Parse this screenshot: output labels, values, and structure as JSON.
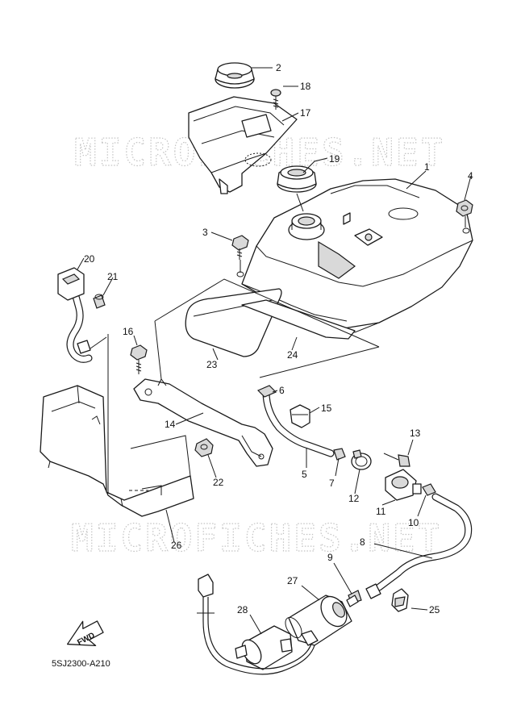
{
  "watermark": "MICROFICHES.NET",
  "reference_code": "5SJ2300-A210",
  "fwd_label": "FWD",
  "callouts": [
    {
      "id": "1",
      "label": "1"
    },
    {
      "id": "2",
      "label": "2"
    },
    {
      "id": "3",
      "label": "3"
    },
    {
      "id": "4",
      "label": "4"
    },
    {
      "id": "5",
      "label": "5"
    },
    {
      "id": "6",
      "label": "6"
    },
    {
      "id": "7",
      "label": "7"
    },
    {
      "id": "8",
      "label": "8"
    },
    {
      "id": "9",
      "label": "9"
    },
    {
      "id": "10",
      "label": "10"
    },
    {
      "id": "11",
      "label": "11"
    },
    {
      "id": "12",
      "label": "12"
    },
    {
      "id": "13",
      "label": "13"
    },
    {
      "id": "14",
      "label": "14"
    },
    {
      "id": "15",
      "label": "15"
    },
    {
      "id": "16",
      "label": "16"
    },
    {
      "id": "17",
      "label": "17"
    },
    {
      "id": "18",
      "label": "18"
    },
    {
      "id": "19",
      "label": "19"
    },
    {
      "id": "20",
      "label": "20"
    },
    {
      "id": "21",
      "label": "21"
    },
    {
      "id": "22",
      "label": "22"
    },
    {
      "id": "23",
      "label": "23"
    },
    {
      "id": "24",
      "label": "24"
    },
    {
      "id": "25",
      "label": "25"
    },
    {
      "id": "26",
      "label": "26"
    },
    {
      "id": "27",
      "label": "27"
    },
    {
      "id": "28",
      "label": "28"
    }
  ]
}
